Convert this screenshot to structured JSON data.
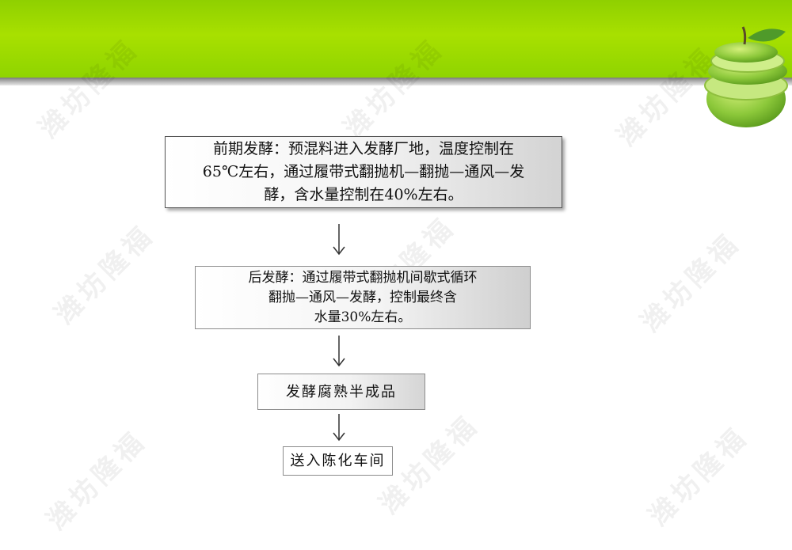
{
  "watermark_text": "潍坊隆福",
  "flow": {
    "steps": [
      {
        "text": "前期发酵：预混料进入发酵厂地，温度控制在\n65℃左右，通过履带式翻抛机—翻抛—通风—发\n酵，含水量控制在40%左右。"
      },
      {
        "text": "后发酵：通过履带式翻抛机间歇式循环\n翻抛—通风—发酵，控制最终含\n水量30%左右。"
      },
      {
        "text": "发酵腐熟半成品"
      },
      {
        "text": "送入陈化车间"
      }
    ]
  },
  "colors": {
    "header_green": "#9ad800",
    "apple_green": "#8cc83a",
    "arrow": "#333333"
  },
  "icons": [
    "apple-icon"
  ]
}
